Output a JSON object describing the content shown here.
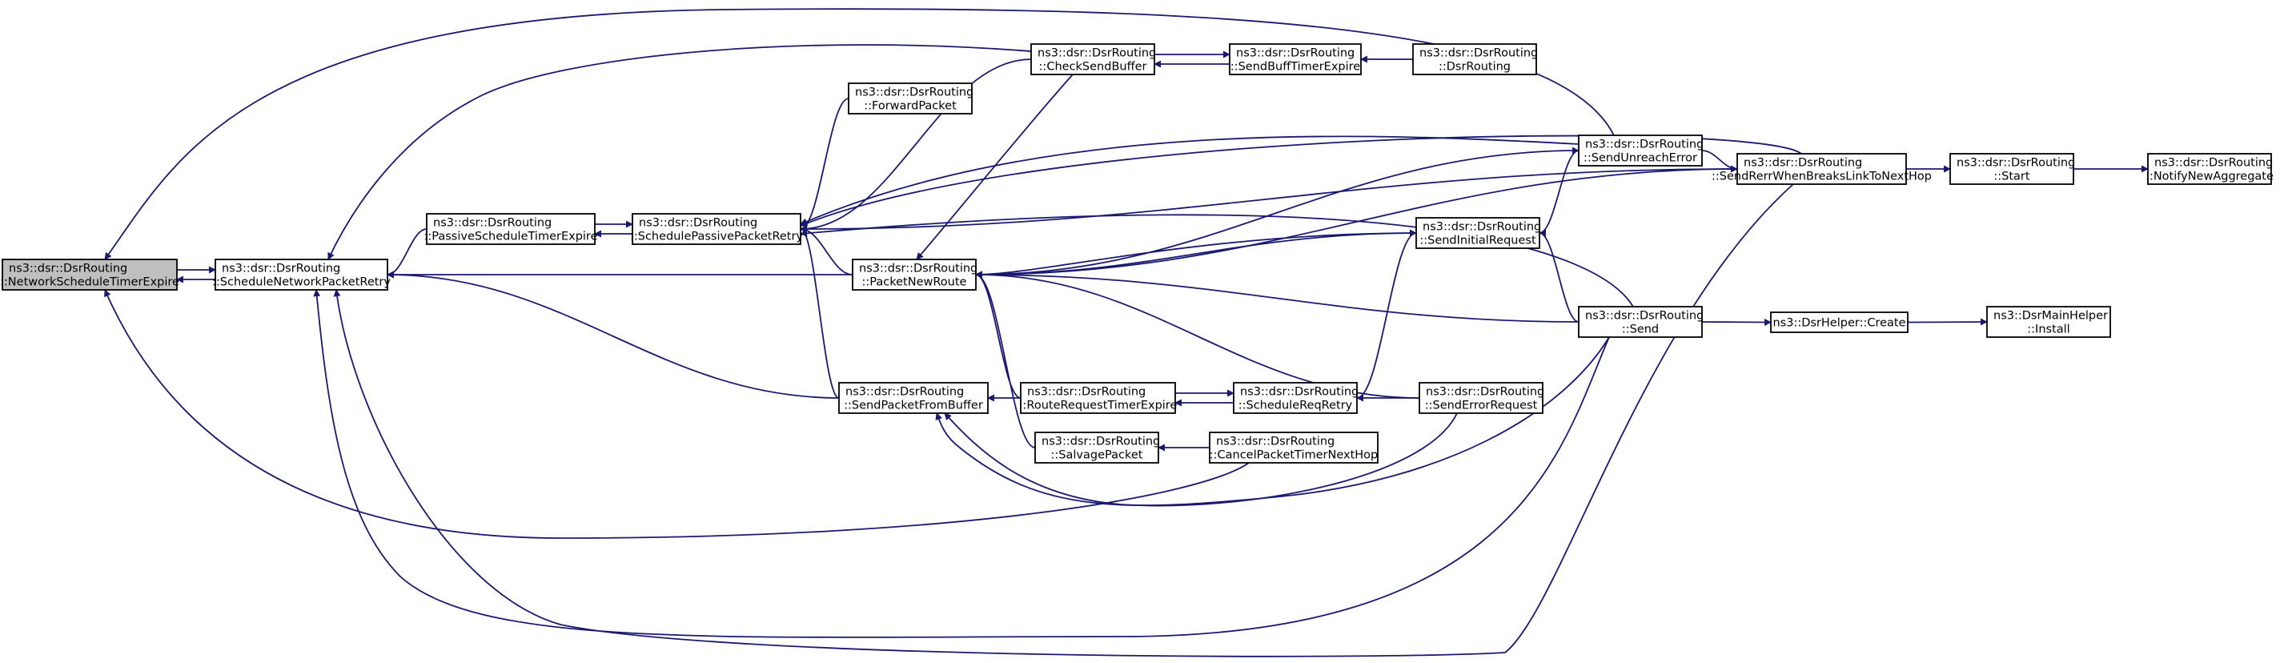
{
  "nodes": [
    {
      "id": "nstExpire",
      "lines": [
        "ns3::dsr::DsrRouting",
        "::NetworkScheduleTimerExpire"
      ],
      "root": true
    },
    {
      "id": "snpRetry",
      "lines": [
        "ns3::dsr::DsrRouting",
        "::ScheduleNetworkPacketRetry"
      ]
    },
    {
      "id": "pstExpire",
      "lines": [
        "ns3::dsr::DsrRouting",
        "::PassiveScheduleTimerExpire"
      ]
    },
    {
      "id": "sppRetry",
      "lines": [
        "ns3::dsr::DsrRouting",
        "::SchedulePassivePacketRetry"
      ]
    },
    {
      "id": "forwardPacket",
      "lines": [
        "ns3::dsr::DsrRouting",
        "::ForwardPacket"
      ]
    },
    {
      "id": "checkSendBuffer",
      "lines": [
        "ns3::dsr::DsrRouting",
        "::CheckSendBuffer"
      ]
    },
    {
      "id": "sendBuffTimerExpire",
      "lines": [
        "ns3::dsr::DsrRouting",
        "::SendBuffTimerExpire"
      ]
    },
    {
      "id": "dsrRouting",
      "lines": [
        "ns3::dsr::DsrRouting",
        "::DsrRouting"
      ]
    },
    {
      "id": "packetNewRoute",
      "lines": [
        "ns3::dsr::DsrRouting",
        "::PacketNewRoute"
      ]
    },
    {
      "id": "sendPacketFromBuffer",
      "lines": [
        "ns3::dsr::DsrRouting",
        "::SendPacketFromBuffer"
      ]
    },
    {
      "id": "routeRequestTimerExpire",
      "lines": [
        "ns3::dsr::DsrRouting",
        "::RouteRequestTimerExpire"
      ]
    },
    {
      "id": "salvagePacket",
      "lines": [
        "ns3::dsr::DsrRouting",
        "::SalvagePacket"
      ]
    },
    {
      "id": "scheduleReqRetry",
      "lines": [
        "ns3::dsr::DsrRouting",
        "::ScheduleReqRetry"
      ]
    },
    {
      "id": "cancelPacketTimerNextHop",
      "lines": [
        "ns3::dsr::DsrRouting",
        "::CancelPacketTimerNextHop"
      ]
    },
    {
      "id": "sendUnreachError",
      "lines": [
        "ns3::dsr::DsrRouting",
        "::SendUnreachError"
      ]
    },
    {
      "id": "sendInitialRequest",
      "lines": [
        "ns3::dsr::DsrRouting",
        "::SendInitialRequest"
      ]
    },
    {
      "id": "sendErrorRequest",
      "lines": [
        "ns3::dsr::DsrRouting",
        "::SendErrorRequest"
      ]
    },
    {
      "id": "send",
      "lines": [
        "ns3::dsr::DsrRouting",
        "::Send"
      ]
    },
    {
      "id": "sendRerr",
      "lines": [
        "ns3::dsr::DsrRouting",
        "::SendRerrWhenBreaksLinkToNextHop"
      ]
    },
    {
      "id": "start",
      "lines": [
        "ns3::dsr::DsrRouting",
        "::Start"
      ]
    },
    {
      "id": "notifyNewAggregate",
      "lines": [
        "ns3::dsr::DsrRouting",
        "::NotifyNewAggregate"
      ]
    },
    {
      "id": "dsrHelperCreate",
      "lines": [
        "ns3::DsrHelper::Create"
      ]
    },
    {
      "id": "dsrMainHelperInstall",
      "lines": [
        "ns3::DsrMainHelper",
        "::Install"
      ]
    }
  ],
  "edges": [
    [
      "snpRetry",
      "nstExpire"
    ],
    [
      "nstExpire",
      "snpRetry"
    ],
    [
      "pstExpire",
      "snpRetry"
    ],
    [
      "sppRetry",
      "pstExpire"
    ],
    [
      "pstExpire",
      "sppRetry"
    ],
    [
      "forwardPacket",
      "sppRetry"
    ],
    [
      "checkSendBuffer",
      "sppRetry"
    ],
    [
      "sendBuffTimerExpire",
      "checkSendBuffer"
    ],
    [
      "checkSendBuffer",
      "sendBuffTimerExpire"
    ],
    [
      "dsrRouting",
      "sendBuffTimerExpire"
    ],
    [
      "packetNewRoute",
      "snpRetry"
    ],
    [
      "packetNewRoute",
      "sppRetry"
    ],
    [
      "sendUnreachError",
      "packetNewRoute"
    ],
    [
      "sendInitialRequest",
      "packetNewRoute"
    ],
    [
      "send",
      "packetNewRoute"
    ],
    [
      "sendErrorRequest",
      "packetNewRoute"
    ],
    [
      "sendRerr",
      "packetNewRoute"
    ],
    [
      "sendRerr",
      "sppRetry"
    ],
    [
      "sendPacketFromBuffer",
      "snpRetry"
    ],
    [
      "sendPacketFromBuffer",
      "sppRetry"
    ],
    [
      "routeRequestTimerExpire",
      "sendPacketFromBuffer"
    ],
    [
      "routeRequestTimerExpire",
      "packetNewRoute"
    ],
    [
      "salvagePacket",
      "packetNewRoute"
    ],
    [
      "scheduleReqRetry",
      "routeRequestTimerExpire"
    ],
    [
      "routeRequestTimerExpire",
      "scheduleReqRetry"
    ],
    [
      "cancelPacketTimerNextHop",
      "salvagePacket"
    ],
    [
      "sendErrorRequest",
      "scheduleReqRetry"
    ],
    [
      "scheduleReqRetry",
      "sendInitialRequest"
    ],
    [
      "send",
      "sendInitialRequest"
    ],
    [
      "sendInitialRequest",
      "sendUnreachError"
    ],
    [
      "sendUnreachError",
      "sendRerr"
    ],
    [
      "sendRerr",
      "start"
    ],
    [
      "start",
      "notifyNewAggregate"
    ],
    [
      "send",
      "dsrHelperCreate"
    ],
    [
      "dsrHelperCreate",
      "dsrMainHelperInstall"
    ]
  ]
}
